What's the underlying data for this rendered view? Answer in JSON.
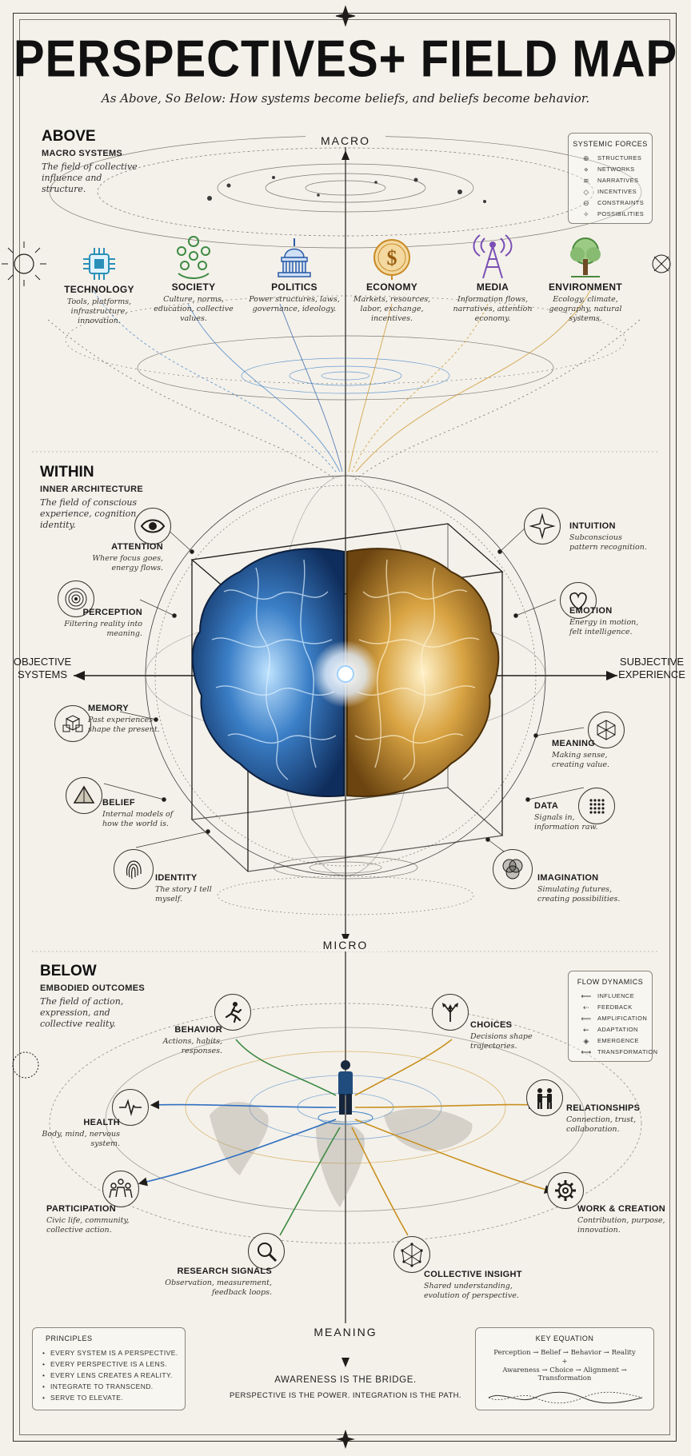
{
  "title": "PERSPECTIVES+ FIELD MAP",
  "subtitle": "As Above, So Below: How systems become beliefs, and beliefs become behavior.",
  "axes": {
    "top": "MACRO",
    "middle": "MICRO",
    "bottom": "MEANING",
    "left": "OBJECTIVE\nSYSTEMS",
    "right": "SUBJECTIVE\nEXPERIENCE"
  },
  "above": {
    "heading": "ABOVE",
    "subheading": "MACRO SYSTEMS",
    "description": "The field of collective influence and structure.",
    "nodes": [
      {
        "title": "TECHNOLOGY",
        "desc": "Tools, platforms, infrastructure, innovation.",
        "icon": "chip-icon",
        "color": "#2a8fb8"
      },
      {
        "title": "SOCIETY",
        "desc": "Culture, norms, education, collective values.",
        "icon": "people-circle-icon",
        "color": "#3e8a43"
      },
      {
        "title": "POLITICS",
        "desc": "Power structures, laws, governance, ideology.",
        "icon": "capitol-icon",
        "color": "#2a5ca8"
      },
      {
        "title": "ECONOMY",
        "desc": "Markets, resources, labor, exchange, incentives.",
        "icon": "dollar-coin-icon",
        "color": "#c98a26"
      },
      {
        "title": "MEDIA",
        "desc": "Information flows, narratives, attention economy.",
        "icon": "broadcast-tower-icon",
        "color": "#7a4fb5"
      },
      {
        "title": "ENVIRONMENT",
        "desc": "Ecology, climate, geography, natural systems.",
        "icon": "tree-icon",
        "color": "#4a8a3c"
      }
    ]
  },
  "systemic_forces": {
    "title": "SYSTEMIC FORCES",
    "items": [
      {
        "label": "STRUCTURES",
        "mark": "⊕"
      },
      {
        "label": "NETWORKS",
        "mark": "⋄"
      },
      {
        "label": "NARRATIVES",
        "mark": "≋"
      },
      {
        "label": "INCENTIVES",
        "mark": "◇"
      },
      {
        "label": "CONSTRAINTS",
        "mark": "⊖"
      },
      {
        "label": "POSSIBILITIES",
        "mark": "✧"
      }
    ]
  },
  "within": {
    "heading": "WITHIN",
    "subheading": "INNER ARCHITECTURE",
    "description": "The field of conscious experience, cognition, and identity.",
    "left": [
      {
        "title": "ATTENTION",
        "desc": "Where focus goes, energy flows.",
        "icon": "eye-icon"
      },
      {
        "title": "PERCEPTION",
        "desc": "Filtering reality into meaning.",
        "icon": "concentric-circles-icon"
      },
      {
        "title": "MEMORY",
        "desc": "Past experiences shape the present.",
        "icon": "cubes-icon"
      },
      {
        "title": "BELIEF",
        "desc": "Internal models of how the world is.",
        "icon": "triangle-icon"
      },
      {
        "title": "IDENTITY",
        "desc": "The story I tell myself.",
        "icon": "fingerprint-icon"
      }
    ],
    "right": [
      {
        "title": "INTUITION",
        "desc": "Subconscious pattern recognition.",
        "icon": "star-icon"
      },
      {
        "title": "EMOTION",
        "desc": "Energy in motion, felt intelligence.",
        "icon": "heart-icon"
      },
      {
        "title": "MEANING",
        "desc": "Making sense, creating value.",
        "icon": "geometry-icon"
      },
      {
        "title": "DATA",
        "desc": "Signals in, information raw.",
        "icon": "dot-grid-icon"
      },
      {
        "title": "IMAGINATION",
        "desc": "Simulating futures, creating possibilities.",
        "icon": "venn-icon"
      }
    ]
  },
  "below": {
    "heading": "BELOW",
    "subheading": "EMBODIED OUTCOMES",
    "description": "The field of action, expression, and collective reality.",
    "nodes": [
      {
        "title": "BEHAVIOR",
        "desc": "Actions, habits, responses.",
        "icon": "runner-icon"
      },
      {
        "title": "CHOICES",
        "desc": "Decisions shape trajectories.",
        "icon": "branching-arrows-icon"
      },
      {
        "title": "HEALTH",
        "desc": "Body, mind, nervous system.",
        "icon": "heartbeat-icon"
      },
      {
        "title": "RELATIONSHIPS",
        "desc": "Connection, trust, collaboration.",
        "icon": "two-people-icon"
      },
      {
        "title": "PARTICIPATION",
        "desc": "Civic life, community, collective action.",
        "icon": "group-icon"
      },
      {
        "title": "WORK & CREATION",
        "desc": "Contribution, purpose, innovation.",
        "icon": "gear-icon"
      },
      {
        "title": "RESEARCH SIGNALS",
        "desc": "Observation, measurement, feedback loops.",
        "icon": "magnifier-icon"
      },
      {
        "title": "COLLECTIVE INSIGHT",
        "desc": "Shared understanding, evolution of perspective.",
        "icon": "network-sphere-icon"
      }
    ]
  },
  "flow_dynamics": {
    "title": "FLOW DYNAMICS",
    "items": [
      {
        "label": "INFLUENCE",
        "mark": "⟵"
      },
      {
        "label": "FEEDBACK",
        "mark": "⇠"
      },
      {
        "label": "AMPLIFICATION",
        "mark": "⟸"
      },
      {
        "label": "ADAPTATION",
        "mark": "⇜"
      },
      {
        "label": "EMERGENCE",
        "mark": "◈"
      },
      {
        "label": "TRANSFORMATION",
        "mark": "⟷"
      }
    ]
  },
  "principles": {
    "title": "PRINCIPLES",
    "items": [
      "EVERY SYSTEM IS A PERSPECTIVE.",
      "EVERY PERSPECTIVE IS A LENS.",
      "EVERY LENS CREATES A REALITY.",
      "INTEGRATE TO TRANSCEND.",
      "SERVE TO ELEVATE."
    ]
  },
  "key_equation": {
    "title": "KEY EQUATION",
    "line1": "Perception → Belief → Behavior → Reality",
    "plus": "+",
    "line2": "Awareness → Choice → Alignment → Transformation"
  },
  "footer": {
    "line1": "AWARENESS IS THE BRIDGE.",
    "line2": "PERSPECTIVE IS THE POWER. INTEGRATION IS THE PATH."
  },
  "colors": {
    "blue": "#2f6fc0",
    "gold": "#c9901f",
    "green": "#3e8a43",
    "ink": "#1f1d1a"
  }
}
